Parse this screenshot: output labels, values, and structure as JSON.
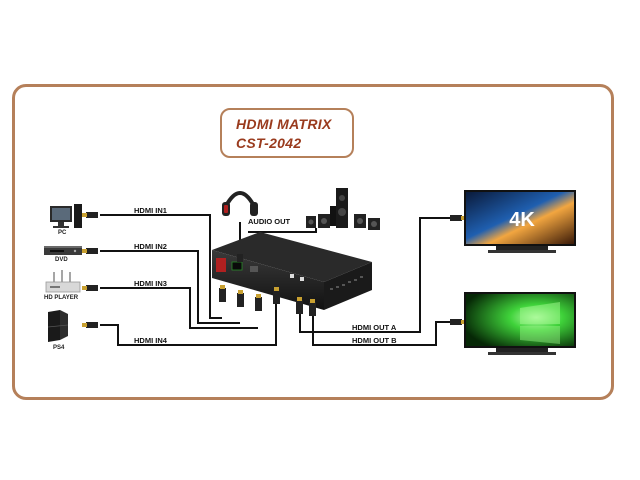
{
  "title": {
    "line1": "HDMI MATRIX",
    "line2": "CST-2042"
  },
  "inputs": [
    {
      "label": "HDMI IN1",
      "device": "PC"
    },
    {
      "label": "HDMI IN2",
      "device": "DVD"
    },
    {
      "label": "HDMI IN3",
      "device": "HD PLAYER"
    },
    {
      "label": "HDMI IN4",
      "device": "PS4"
    }
  ],
  "audio": {
    "label": "AUDIO OUT"
  },
  "outputs": [
    {
      "label": "HDMI OUT A",
      "screen_text": "4K"
    },
    {
      "label": "HDMI OUT B",
      "screen_text": ""
    }
  ],
  "colors": {
    "frame": "#b5805a",
    "title_text": "#9a3b1e",
    "cable": "#111111",
    "connector_gold": "#c8a030"
  }
}
